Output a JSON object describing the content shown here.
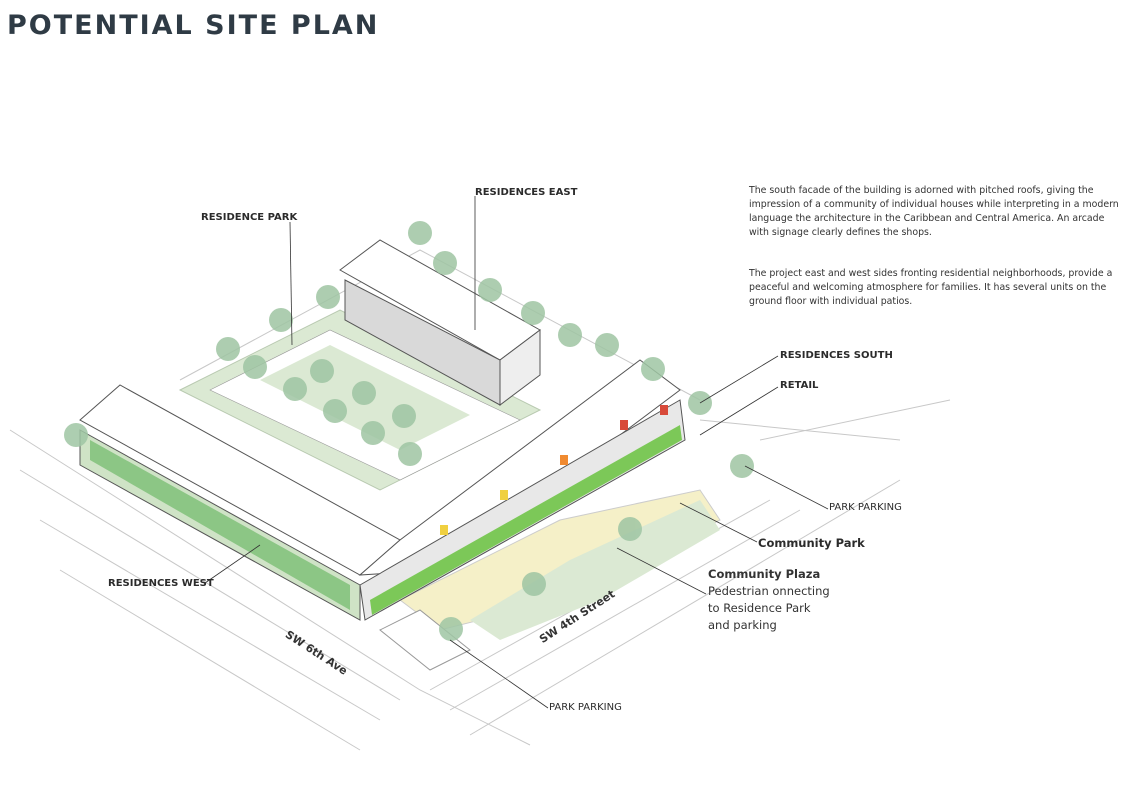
{
  "title": "POTENTIAL SITE PLAN",
  "description": {
    "paragraph_1": "The south facade of the building is adorned with pitched roofs, giving the impression of a community of individual houses while interpreting in a modern language the architecture in the Caribbean and Central America. An arcade with signage clearly defines the shops.",
    "paragraph_2": "The project east and west sides fronting residential neighborhoods, provide a peaceful and welcoming atmosphere for families. It has several units on the ground floor with individual patios."
  },
  "labels": {
    "residence_park": "RESIDENCE PARK",
    "residences_east": "RESIDENCES EAST",
    "residences_south": "RESIDENCES SOUTH",
    "retail": "RETAIL",
    "park_parking_east": "PARK PARKING",
    "community_park": "Community Park",
    "residences_west": "RESIDENCES WEST",
    "park_parking_south": "PARK PARKING"
  },
  "community_plaza": {
    "heading": "Community Plaza",
    "line_1": "Pedestrian onnecting",
    "line_2": "to Residence Park",
    "line_3": "and  parking"
  },
  "streets": {
    "west": "SW 6th Ave",
    "south": "SW 4th Street"
  },
  "colors": {
    "title": "#2f3b45",
    "tree": "#9fc5a3",
    "lawn": "#dbe9d3",
    "plaza": "#f5f0c8",
    "arcade_green": "#7cc858",
    "accent_red": "#d84a3a",
    "accent_orange": "#f08a30",
    "accent_yellow": "#f0d040"
  }
}
